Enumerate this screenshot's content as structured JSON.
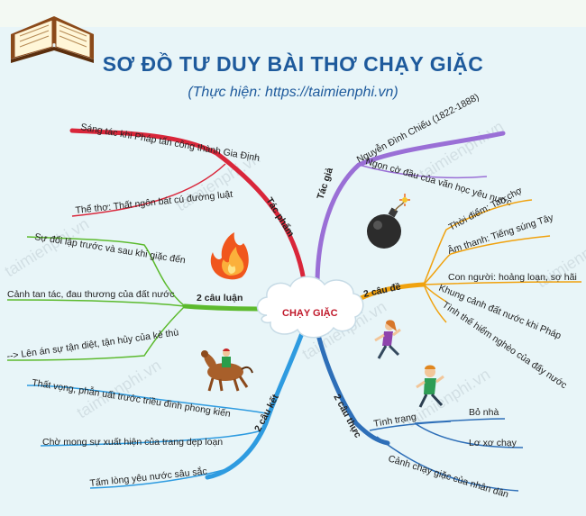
{
  "title": "SƠ ĐỒ TƯ DUY BÀI THƠ CHẠY GIẶC",
  "subtitle": "(Thực hiện: https://taimienphi.vn)",
  "center": "CHẠY GIẶC",
  "watermark": "taimienphi.vn",
  "branches": {
    "tac_pham": {
      "label": "Tác phẩm",
      "color": "#d9263a",
      "items": [
        "Sáng tác khi Pháp tấn công thành Gia Định",
        "Thể thơ: Thất ngôn bát cú đường luật"
      ]
    },
    "tac_gia": {
      "label": "Tác giả",
      "color": "#9a6fd6",
      "items": [
        "Nguyễn Đình Chiểu (1822-1888)",
        "Ngọn cờ đầu của văn học yêu nước"
      ]
    },
    "hai_cau_luan": {
      "label": "2 câu luận",
      "color": "#5cba2e",
      "items": [
        "Sự đổi lập trước và sau khi giặc đến",
        "Cảnh tan tác, đau thương của đất nước",
        "--> Lên án sự tận diệt, tận hủy của kẻ thù"
      ]
    },
    "hai_cau_de": {
      "label": "2 câu đề",
      "color": "#f0a20f",
      "items": [
        "Thời điểm: Tan chợ",
        "Âm thanh: Tiếng súng Tây",
        "Con người: hoảng loạn, sợ hãi",
        "Khung cảnh đất nước khi Pháp",
        "Tình thế hiểm nghèo của đấy nước"
      ]
    },
    "hai_cau_ket": {
      "label": "2 câu kết",
      "color": "#2e9be0",
      "items": [
        "Thất vọng, phẫn uất trước triều đình phong kiến",
        "Chờ mong sự xuất hiện của trang dẹp loạn",
        "Tấm lòng yêu nước sâu sắc"
      ]
    },
    "hai_cau_thuc": {
      "label": "2 câu thực",
      "color": "#2e6fb8",
      "items": [
        "Tình trạng",
        "Bỏ nhà",
        "Lơ xơ chạy",
        "Cảnh chạy giặc của nhân dân"
      ]
    }
  },
  "icons": [
    "book-icon",
    "fire-icon",
    "bomb-icon",
    "horse-rider-icon",
    "running-woman-icon",
    "running-boy-icon",
    "cloud-icon"
  ]
}
